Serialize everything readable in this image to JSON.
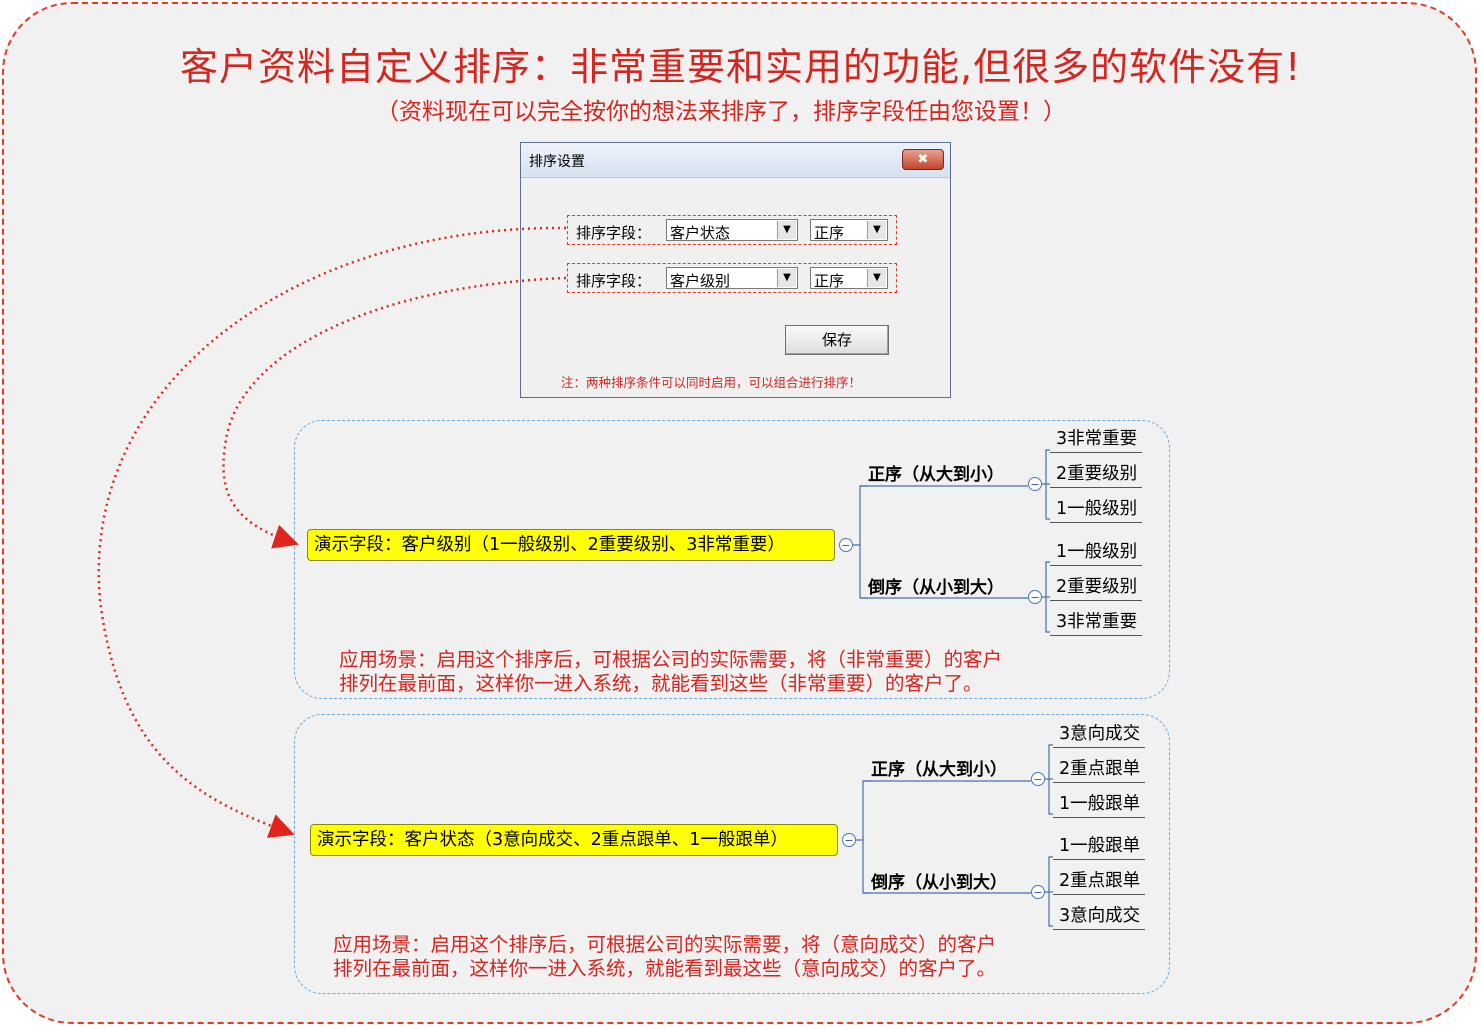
{
  "title": "客户资料自定义排序：非常重要和实用的功能,但很多的软件没有!",
  "subtitle": "（资料现在可以完全按你的想法来排序了，排序字段任由您设置！）",
  "dialog": {
    "title": "排序设置",
    "close_label": "✖",
    "row1": {
      "label": "排序字段：",
      "field_value": "客户状态",
      "order_value": "正序"
    },
    "row2": {
      "label": "排序字段：",
      "field_value": "客户级别",
      "order_value": "正序"
    },
    "save_label": "保存",
    "note": "注：两种排序条件可以同时启用，可以组合进行排序！"
  },
  "panel1": {
    "root": "演示字段：客户级别（1一般级别、2重要级别、3非常重要）",
    "asc_label": "正序（从大到小）",
    "asc_items": [
      "3非常重要",
      "2重要级别",
      "1一般级别"
    ],
    "desc_label": "倒序（从小到大）",
    "desc_items": [
      "1一般级别",
      "2重要级别",
      "3非常重要"
    ],
    "note_line1": "应用场景：启用这个排序后，可根据公司的实际需要，将（非常重要）的客户",
    "note_line2": "排列在最前面，这样你一进入系统，就能看到这些（非常重要）的客户了。"
  },
  "panel2": {
    "root": "演示字段：客户状态（3意向成交、2重点跟单、1一般跟单）",
    "asc_label": "正序（从大到小）",
    "asc_items": [
      "3意向成交",
      "2重点跟单",
      "1一般跟单"
    ],
    "desc_label": "倒序（从小到大）",
    "desc_items": [
      "1一般跟单",
      "2重点跟单",
      "3意向成交"
    ],
    "note_line1": "应用场景：启用这个排序后，可根据公司的实际需要，将（意向成交）的客户",
    "note_line2": "排列在最前面，这样你一进入系统，就能看到最这些（意向成交）的客户了。"
  },
  "colors": {
    "accent_red": "#d5251f",
    "node_yellow": "#ffff00",
    "panel_border": "#65a9e0"
  },
  "icons": {
    "collapse": "−",
    "dropdown": "▼"
  }
}
